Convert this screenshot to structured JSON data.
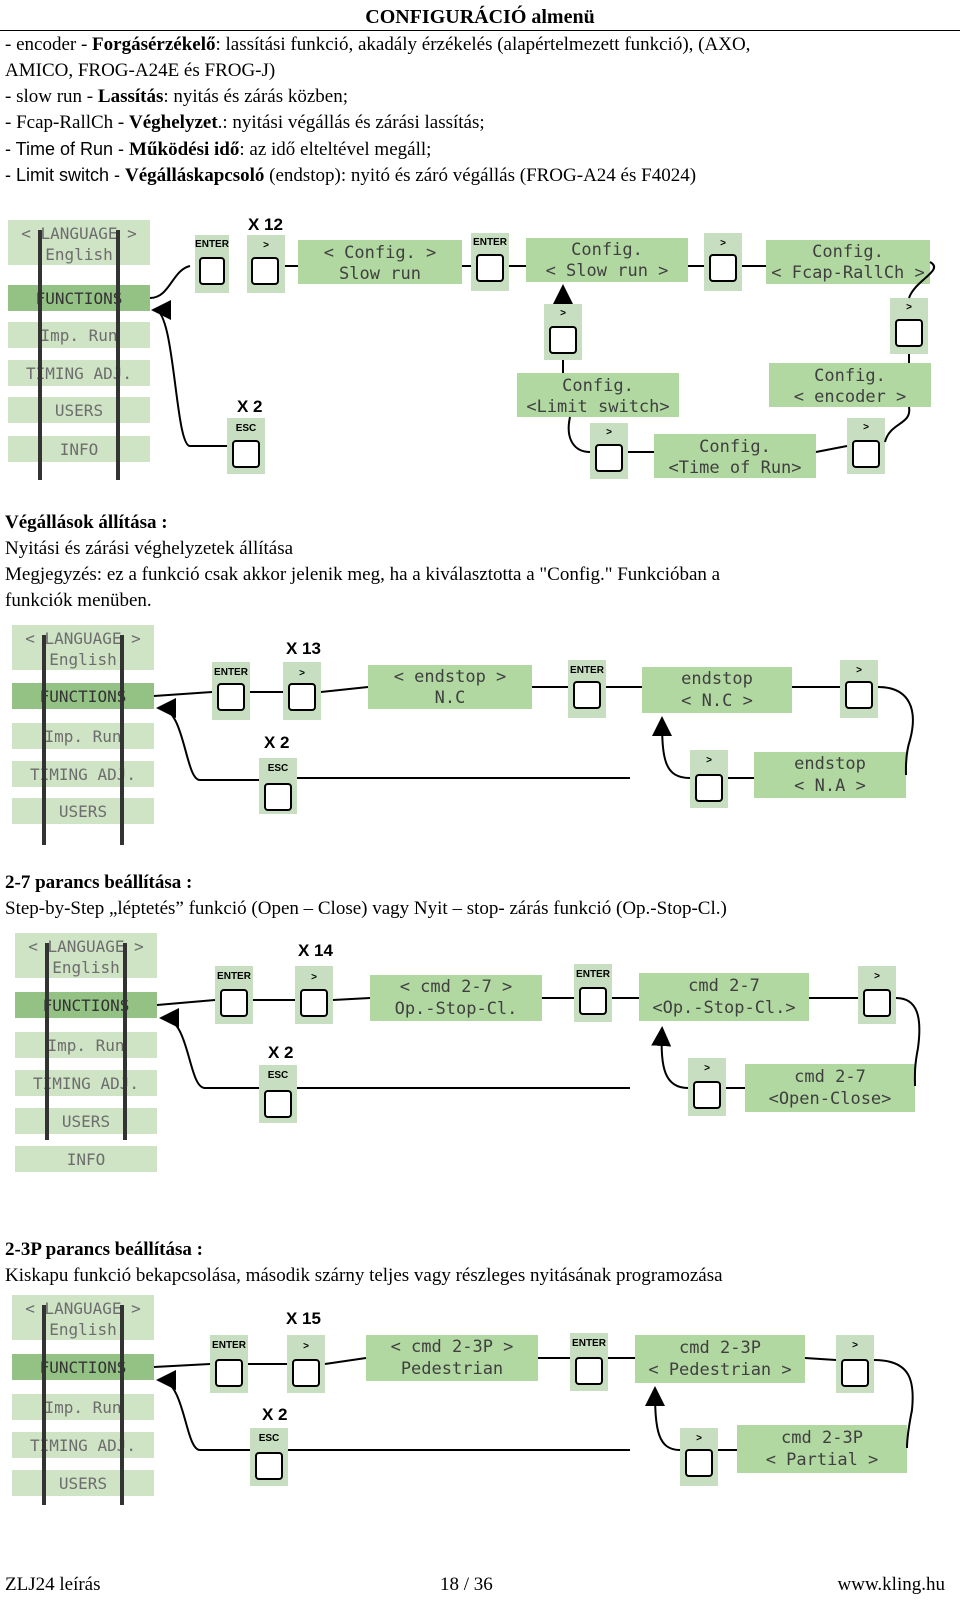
{
  "page_title": "CONFIGURÁCIÓ almenü",
  "intro": {
    "l1a": "- encoder - ",
    "l1b": "Forgásérzékelő",
    "l1c": ": lassítási funkció, akadály érzékelés (alapértelmezett funkció), (AXO,",
    "l2": "AMICO, FROG-A24E és FROG-J)",
    "l3a": "- slow run - ",
    "l3b": "Lassítás",
    "l3c": ": nyitás és zárás közben;",
    "l4a": "- Fcap-RallCh - ",
    "l4b": "Véghelyzet",
    "l4c": ".: nyitási végállás és zárási lassítás;",
    "l5a": "- Time of Run - ",
    "l5b": "Működési idő",
    "l5c": ": az idő elteltével megáll;",
    "l6a": "- Limit switch - ",
    "l6b": "Végálláskapcsoló",
    "l6c": " (endstop): nyitó és záró végállás (FROG-A24 és F4024)"
  },
  "menu": {
    "language": "< LANGUAGE >",
    "english": "English",
    "functions": "FUNCTIONS",
    "imp_run": "Imp. Run",
    "timing": "TIMING ADJ.",
    "users": "USERS",
    "info": "INFO"
  },
  "keys": {
    "enter": "ENTER",
    "esc": "ESC",
    "next": ">"
  },
  "diagram1": {
    "x_next": "X 12",
    "x_esc": "X 2",
    "d1": [
      "< Config. >",
      "Slow run"
    ],
    "d2": [
      "Config.",
      "< Slow run >"
    ],
    "d3": [
      "Config.",
      "< Fcap-RallCh >"
    ],
    "d4": [
      "Config.",
      "< encoder >"
    ],
    "d5": [
      "Config.",
      "<Time of Run>"
    ],
    "d6": [
      "Config.",
      "<Limit switch>"
    ]
  },
  "section_endstop": {
    "title": "Végállások állítása :",
    "line1": "Nyitási és zárási véghelyzetek állítása",
    "line2": "Megjegyzés: ez a funkció csak akkor jelenik meg, ha a kiválasztotta a \"Config.\" Funkcióban a",
    "line3": "funkciók menüben."
  },
  "diagram2": {
    "x_next": "X 13",
    "x_esc": "X 2",
    "d1": [
      "< endstop >",
      "N.C"
    ],
    "d2": [
      "endstop",
      "< N.C >"
    ],
    "d3": [
      "endstop",
      "< N.A >"
    ]
  },
  "section_cmd27": {
    "title": "2-7 parancs beállítása :",
    "line1": "Step-by-Step „léptetés” funkció (Open – Close) vagy Nyit – stop- zárás funkció (Op.-Stop-Cl.)"
  },
  "diagram3": {
    "x_next": "X 14",
    "x_esc": "X 2",
    "d1": [
      "< cmd 2-7 >",
      "Op.-Stop-Cl."
    ],
    "d2": [
      "cmd 2-7",
      "<Op.-Stop-Cl.>"
    ],
    "d3": [
      "cmd 2-7",
      "<Open-Close>"
    ]
  },
  "section_cmd23p": {
    "title": "2-3P parancs beállítása :",
    "line1": "Kiskapu funkció bekapcsolása, második szárny teljes vagy részleges nyitásának programozása"
  },
  "diagram4": {
    "x_next": "X 15",
    "x_esc": "X 2",
    "d1": [
      "< cmd 2-3P >",
      "Pedestrian"
    ],
    "d2": [
      "cmd 2-3P",
      "< Pedestrian >"
    ],
    "d3": [
      "cmd 2-3P",
      "< Partial >"
    ]
  },
  "footer": {
    "left": "ZLJ24 leírás",
    "center": "18 / 36",
    "right": "www.kling.hu"
  }
}
